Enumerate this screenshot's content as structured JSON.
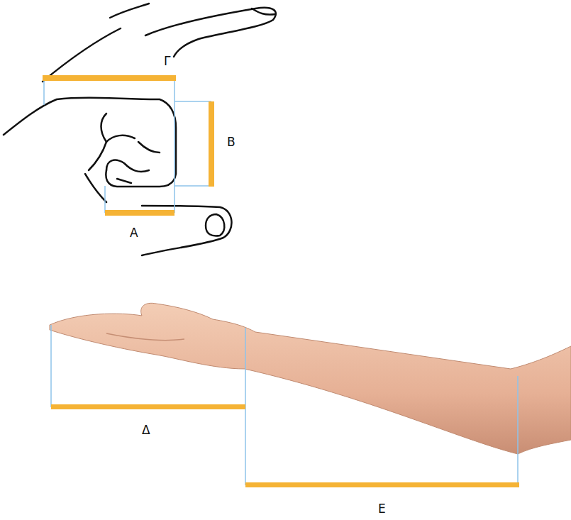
{
  "diagram": {
    "labels": [
      "Γ",
      "Β",
      "Α",
      "Δ",
      "Ε"
    ]
  }
}
